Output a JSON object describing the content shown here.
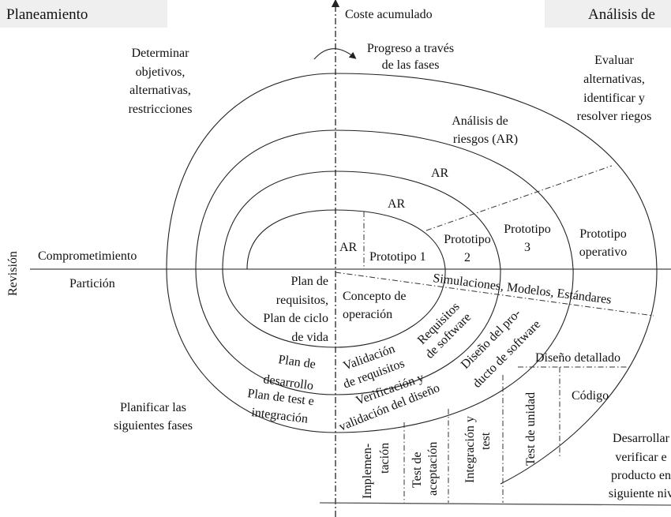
{
  "corners": {
    "top_left": "Planeamiento",
    "top_right": "Análisis de"
  },
  "axes": {
    "vertical": "Coste acumulado",
    "left_rotated": "Revisión",
    "progress": [
      "Progreso a través",
      "de las fases"
    ]
  },
  "quadrants": {
    "determine": [
      "Determinar",
      "objetivos,",
      "alternativas,",
      "restricciones"
    ],
    "evaluate": [
      "Evaluar",
      "alternativas,",
      "identificar y",
      "resolver riegos"
    ],
    "plan_next": [
      "Planificar las",
      "siguientes fases"
    ],
    "develop": [
      "Desarrollar",
      "verificar e",
      "producto en",
      "siguiente niv"
    ]
  },
  "left_labels": {
    "commitment": "Comprometimiento",
    "partition": "Partición"
  },
  "risk": {
    "full": [
      "Análisis de",
      "riesgos (AR)"
    ],
    "ar": "AR"
  },
  "prototypes": {
    "p1": "Prototipo 1",
    "p2": [
      "Prototipo",
      "2"
    ],
    "p3": [
      "Prototipo",
      "3"
    ],
    "op": [
      "Prototipo",
      "operativo"
    ]
  },
  "simulations": "Simulaciones, Modelos, Estándares",
  "plans": {
    "requirements": [
      "Plan de",
      "requisitos,",
      "Plan de ciclo",
      "de vida"
    ],
    "development": [
      "Plan de",
      "desarrollo"
    ],
    "test": [
      "Plan de test e",
      "integración"
    ]
  },
  "phases": {
    "concept": [
      "Concepto de",
      "operación"
    ],
    "sw_requirements": [
      "Requisitos",
      "de software"
    ],
    "req_validation": [
      "Validación",
      "de requisitos"
    ],
    "product_design": [
      "Diseño del pro-",
      "ducto de software"
    ],
    "design_verification": [
      "Verificación y",
      "validación del diseño"
    ],
    "detailed_design": "Diseño detallado",
    "code": "Código",
    "implementation": [
      "Implemen-",
      "tación"
    ],
    "acceptance": [
      "Test de",
      "aceptación"
    ],
    "integration": [
      "Integración y",
      "test"
    ],
    "unit_test": "Test de unidad"
  }
}
